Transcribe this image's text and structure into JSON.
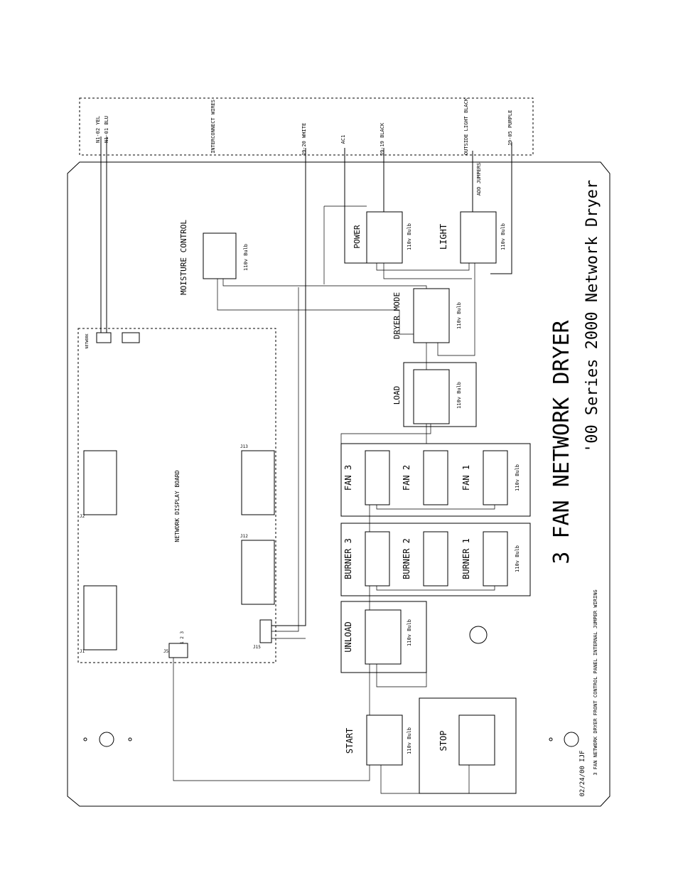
{
  "title": "3 FAN NETWORK DRYER",
  "subtitle": "'00 Series 2000 Network Dryer",
  "footer": {
    "date": "02/24/00 IJF",
    "caption": "3 FAN NETWORK DRYER FRONT CONTROL PANEL INTERNAL JUMPER WIRING"
  },
  "interconnect": {
    "label": "INTERCONNECT WIRES",
    "wires": {
      "n102": "N1-02 YEL",
      "n101": "N1-01 BLU",
      "j920": "J9-20 WHITE",
      "ac1": "AC1",
      "j919": "J9-19 BLACK",
      "outside": "OUTSIDE LIGHT BLACK",
      "j905": "J9-05 PURPLE"
    },
    "jumpers_note": "ADD JUMPERS"
  },
  "board": {
    "label": "NETWORK DISPLAY BOARD",
    "network_label": "NETWORK",
    "connectors": {
      "j1": "J1",
      "j2": "J2",
      "j5": "J5",
      "j12": "J12",
      "j13": "J13",
      "j15": "J15"
    },
    "j5_pins": "1 2 3"
  },
  "modules": {
    "moisture": "MOISTURE CONTROL",
    "power": "POWER",
    "light": "LIGHT",
    "dryer_mode": "DRYER MODE",
    "load": "LOAD",
    "fan3": "FAN 3",
    "fan2": "FAN 2",
    "fan1": "FAN 1",
    "burner3": "BURNER 3",
    "burner2": "BURNER 2",
    "burner1": "BURNER 1",
    "unload": "UNLOAD",
    "start": "START",
    "stop": "STOP"
  },
  "bulb_label": "110v Bulb"
}
